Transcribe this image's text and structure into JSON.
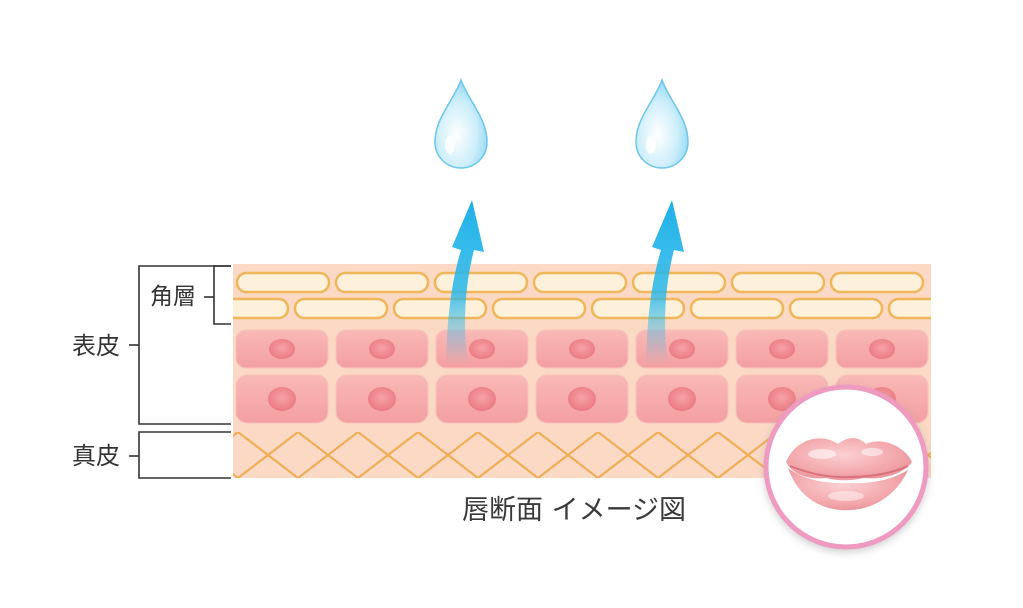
{
  "labels": {
    "epidermis": "表皮",
    "dermis": "真皮",
    "stratum_corneum": "角層",
    "caption": "唇断面 イメージ図"
  },
  "colors": {
    "skin_base": "#fbd9c4",
    "corneum_outline": "#f0b65a",
    "cell_fill": "#f6a8a8",
    "nucleus": "#ee7f86",
    "dermis_lines": "#efae55",
    "arrow": "#29b8ea",
    "droplet": "#8fd6f2",
    "lip_ring": "#ef9ac0",
    "lip_fill": "#f2a7ad"
  },
  "icons": [
    "water-droplet-icon",
    "evaporation-arrow-icon",
    "lips-icon"
  ]
}
